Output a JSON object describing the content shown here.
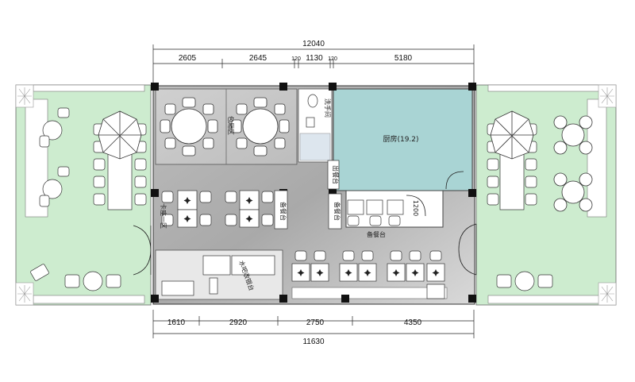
{
  "dimensions": {
    "top_total": "12040",
    "top_segments": [
      "2605",
      "2645",
      "120",
      "1130",
      "120",
      "5180"
    ],
    "bottom_segments": [
      "1610",
      "2920",
      "2750",
      "4350"
    ],
    "bottom_total": "11630",
    "inner_1200": "1200"
  },
  "labels": {
    "kitchen": "厨房(19.2)",
    "private_room": "包厢区",
    "restroom": "洗手间",
    "pickup": "出餐台",
    "service1": "备餐台",
    "service2": "备餐台",
    "service3": "备餐台",
    "bar": "水吧收银台",
    "booth": "卡座一区"
  },
  "colors": {
    "outdoor": "#cdeccf",
    "kitchen": "#a9d4d4",
    "floor_dark": "#a7a7a7",
    "floor_light": "#e6e6e6",
    "column": "#111111",
    "plant": "#9a9a9a"
  }
}
